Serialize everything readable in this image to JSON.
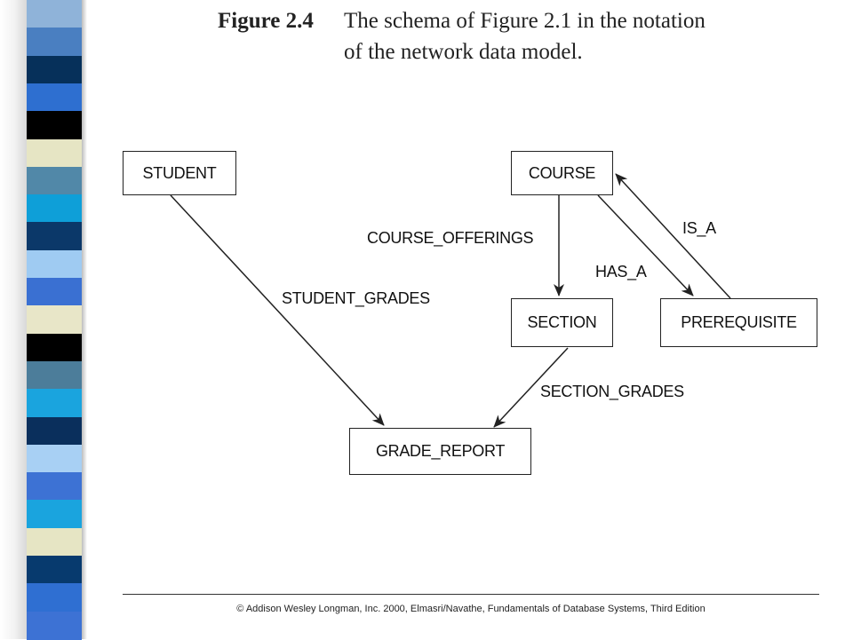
{
  "figure": {
    "label": "Figure 2.4",
    "caption_line1": "The schema of Figure 2.1 in the notation",
    "caption_line2": "of the network data model."
  },
  "record_types": {
    "student": "STUDENT",
    "course": "COURSE",
    "section": "SECTION",
    "prerequisite": "PREREQUISITE",
    "grade_report": "GRADE_REPORT"
  },
  "set_types": {
    "course_offerings": "COURSE_OFFERINGS",
    "student_grades": "STUDENT_GRADES",
    "has_a": "HAS_A",
    "is_a": "IS_A",
    "section_grades": "SECTION_GRADES"
  },
  "footer": "© Addison Wesley Longman, Inc. 2000, Elmasri/Navathe, Fundamentals of Database Systems, Third Edition",
  "colors": {
    "stripe": [
      "#8fb3d9",
      "#4a7fc1",
      "#06305a",
      "#2e6fd0",
      "#000000",
      "#e6e5c4",
      "#5188a8",
      "#0e9fd8",
      "#0b3869",
      "#9fcbf2",
      "#3a70d2",
      "#e8e6c8",
      "#000000",
      "#4c7d9a",
      "#1aa4de",
      "#0a2f5c",
      "#a8d0f4",
      "#3d72d4",
      "#1aa4de",
      "#e6e5c4",
      "#073a6e",
      "#2f6fd2",
      "#3d72d4"
    ]
  }
}
